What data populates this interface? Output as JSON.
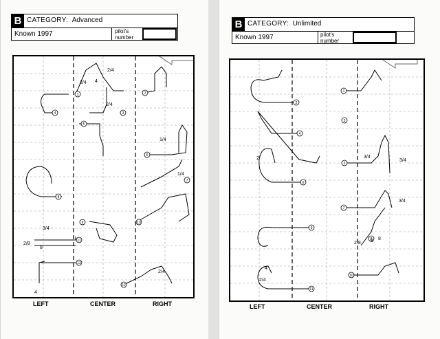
{
  "left_sheet": {
    "badge": "B",
    "category_label": "CATEGORY:",
    "category_value": "Advanced",
    "known": "Known 1997",
    "pilot_label_1": "pilot's",
    "pilot_label_2": "number",
    "positions": [
      "LEFT",
      "CENTER",
      "RIGHT"
    ],
    "fractions": [
      "2/4",
      "2/4",
      "4",
      "2/4",
      "1/4",
      "1/4",
      "3/4",
      "2/8",
      "8",
      "2/4",
      "4"
    ],
    "figure_numbers": [
      "1",
      "2",
      "3",
      "4",
      "5",
      "6",
      "7",
      "8",
      "9",
      "10",
      "11",
      "12",
      "13"
    ]
  },
  "right_sheet": {
    "badge": "B",
    "category_label": "CATEGORY:",
    "category_value": "Unlimited",
    "known": "Known 1997",
    "pilot_label_1": "pilot's",
    "pilot_label_2": "number",
    "positions": [
      "LEFT",
      "CENTER",
      "RIGHT"
    ],
    "fractions": [
      "2",
      "3/4",
      "3/4",
      "3/4",
      "2/8",
      "8",
      "8",
      "4",
      "2/4"
    ],
    "figure_numbers": [
      "1",
      "2",
      "3",
      "4",
      "5",
      "6",
      "7",
      "8",
      "9",
      "10",
      "11"
    ]
  }
}
